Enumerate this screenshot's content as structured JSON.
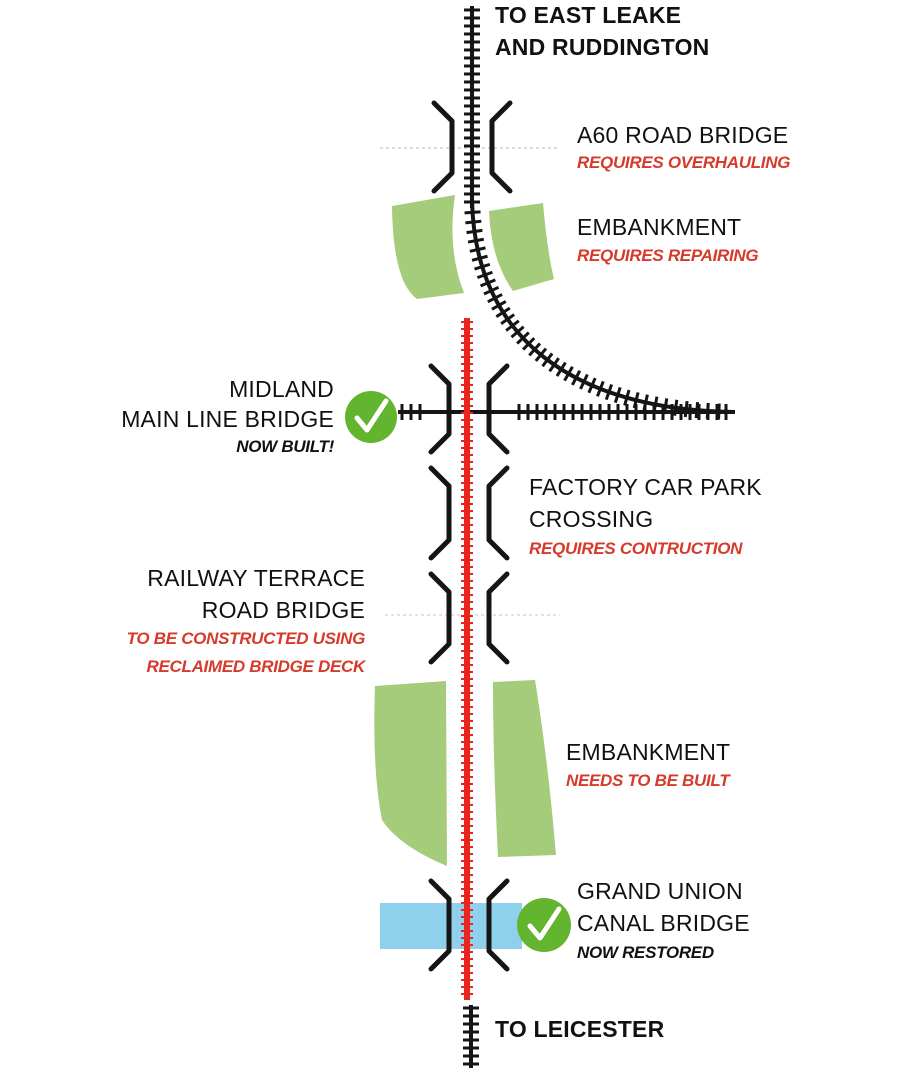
{
  "endpoints": {
    "north_line1": "TO EAST LEAKE",
    "north_line2": "AND RUDDINGTON",
    "south": "TO LEICESTER"
  },
  "features": {
    "a60_bridge": {
      "title": "A60 ROAD BRIDGE",
      "status": "REQUIRES OVERHAULING"
    },
    "embankment_north": {
      "title": "EMBANKMENT",
      "status": "REQUIRES REPAIRING"
    },
    "midland_bridge": {
      "title_line1": "MIDLAND",
      "title_line2": "MAIN LINE BRIDGE",
      "status": "NOW BUILT!"
    },
    "factory_crossing": {
      "title_line1": "FACTORY CAR PARK",
      "title_line2": "CROSSING",
      "status": "REQUIRES CONTRUCTION"
    },
    "railway_terrace_bridge": {
      "title_line1": "RAILWAY TERRACE",
      "title_line2": "ROAD BRIDGE",
      "status_line1": "TO BE CONSTRUCTED USING",
      "status_line2": "RECLAIMED BRIDGE DECK"
    },
    "embankment_south": {
      "title": "EMBANKMENT",
      "status": "NEEDS TO BE BUILT"
    },
    "canal_bridge": {
      "title_line1": "GRAND UNION",
      "title_line2": "CANAL BRIDGE",
      "status": "NOW RESTORED"
    }
  },
  "colors": {
    "track_existing": "#151515",
    "track_new": "#e8251f",
    "embankment": "#a5cc7a",
    "water": "#8fd0ec",
    "status_text": "#d63a2a",
    "check_badge": "#63b52f"
  },
  "icons": [
    "bridge-bracket-icon",
    "check-badge-icon"
  ]
}
